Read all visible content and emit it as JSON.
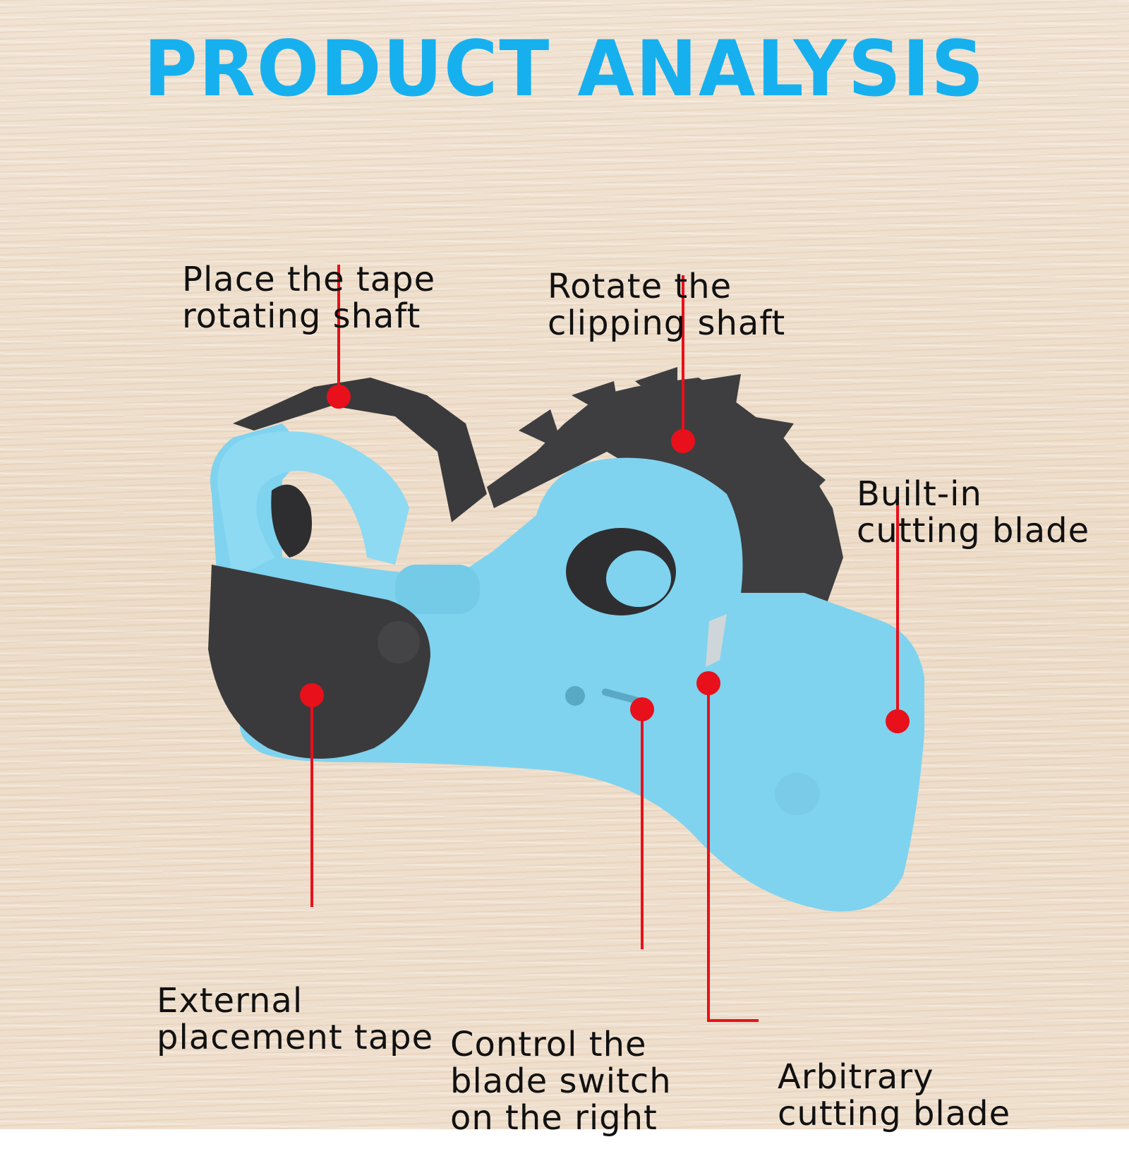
{
  "title": "PRODUCT ANALYSIS",
  "colors": {
    "title": "#17b0ef",
    "leader": "#e8101a",
    "body": "#7fd3ef",
    "parts": "#3a3a3c"
  },
  "product": {
    "name": "tape-dispenser"
  },
  "callouts": [
    {
      "id": "tape-shaft",
      "lines": [
        "Place the tape",
        "rotating shaft"
      ]
    },
    {
      "id": "clipping-shaft",
      "lines": [
        "Rotate the",
        "clipping shaft"
      ]
    },
    {
      "id": "builtin-blade",
      "lines": [
        "Built-in",
        "cutting blade"
      ]
    },
    {
      "id": "external-tape",
      "lines": [
        "External",
        "placement tape"
      ]
    },
    {
      "id": "blade-switch",
      "lines": [
        "Control the",
        "blade switch",
        "on the right"
      ]
    },
    {
      "id": "arbitrary-blade",
      "lines": [
        "Arbitrary",
        "cutting blade"
      ]
    }
  ]
}
